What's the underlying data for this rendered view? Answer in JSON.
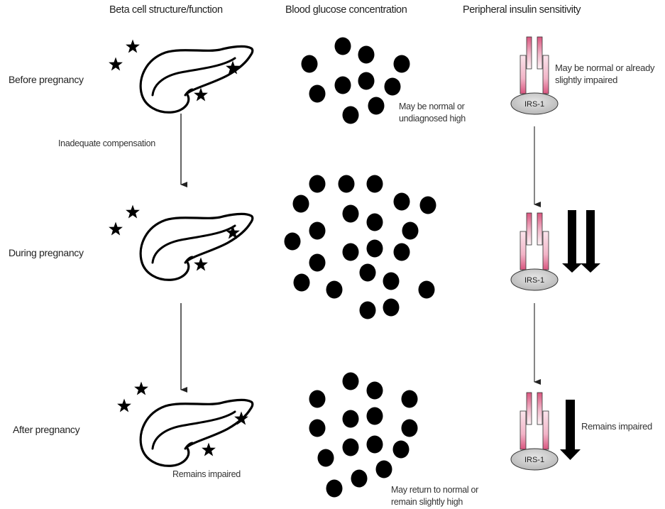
{
  "headers": {
    "beta_cell": "Beta cell structure/function",
    "glucose": "Blood glucose concentration",
    "insulin": "Peripheral insulin sensitivity"
  },
  "stages": [
    {
      "label": "Before pregnancy",
      "glucose_note": [
        "May be normal or",
        "undiagnosed high"
      ],
      "insulin_note": [
        "May be normal or already",
        "slightly impaired"
      ],
      "glucose_dot_count": 10,
      "insulin_change_arrows": 0
    },
    {
      "label": "During pregnancy",
      "glucose_note": [],
      "insulin_note": [],
      "glucose_dot_count": 22,
      "insulin_change_arrows": 2
    },
    {
      "label": "After pregnancy",
      "beta_note": "Remains impaired",
      "glucose_note": [
        "May return to normal or",
        "remain slightly high"
      ],
      "insulin_note": [
        "Remains impaired"
      ],
      "glucose_dot_count": 15,
      "insulin_change_arrows": 1
    }
  ],
  "transition_labels": {
    "before_to_during": "Inadequate compensation"
  },
  "receptor_label": "IRS-1",
  "icons": {
    "organ": "pancreas-icon",
    "beta_cell_marker": "star-icon",
    "glucose": "glucose-molecule-dot",
    "receptor": "insulin-receptor-icon",
    "decrease": "down-arrow-icon"
  },
  "colors": {
    "ink": "#000000",
    "receptor_pink": "#d9567f",
    "irs_fill": "#d0d0d0"
  }
}
